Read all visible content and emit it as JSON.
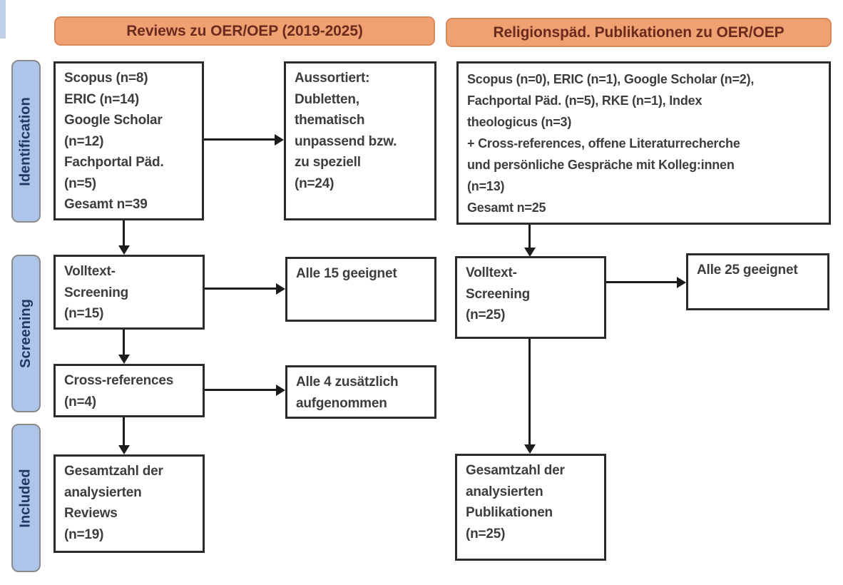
{
  "title_headers": {
    "left": "Reviews zu OER/OEP (2019-2025)",
    "right": "Religionspäd. Publikationen zu OER/OEP"
  },
  "stages": {
    "identification": "Identification",
    "screening": "Screening",
    "included": "Included"
  },
  "left_flow": {
    "sources": "Scopus (n=8)\nERIC (n=14)\nGoogle Scholar\n(n=12)\nFachportal Päd.\n(n=5)\nGesamt n=39",
    "excluded": "Aussortiert:\nDubletten,\nthematisch\nunpassend bzw.\nzu speziell\n(n=24)",
    "fulltext_screening": "Volltext-\nScreening\n(n=15)",
    "fulltext_result": "Alle 15 geeignet",
    "cross_references": "Cross-references\n(n=4)",
    "cross_references_result": "Alle 4 zusätzlich\naufgenommen",
    "included_total": "Gesamtzahl der\nanalysierten\nReviews\n(n=19)"
  },
  "right_flow": {
    "sources": "Scopus (n=0), ERIC (n=1), Google Scholar (n=2),\nFachportal Päd. (n=5), RKE (n=1), Index\ntheologicus (n=3)\n+ Cross-references, offene Literaturrecherche\nund persönliche Gespräche mit Kolleg:innen\n(n=13)\nGesamt n=25",
    "fulltext_screening": "Volltext-\nScreening\n(n=25)",
    "fulltext_result": "Alle 25 geeignet",
    "included_total": "Gesamtzahl der\nanalysierten\nPublikationen\n(n=25)"
  },
  "colors": {
    "header_fill": "#F0A172",
    "header_border": "#D9885A",
    "header_text": "#6B2A1E",
    "stage_fill": "#ADC5E8",
    "stage_border": "#8B8B8B",
    "stage_text": "#1F3864",
    "box_border": "#2B2B2B",
    "box_text": "#3D3D3D",
    "arrow": "#1C1C1C",
    "background": "#FFFFFF"
  }
}
